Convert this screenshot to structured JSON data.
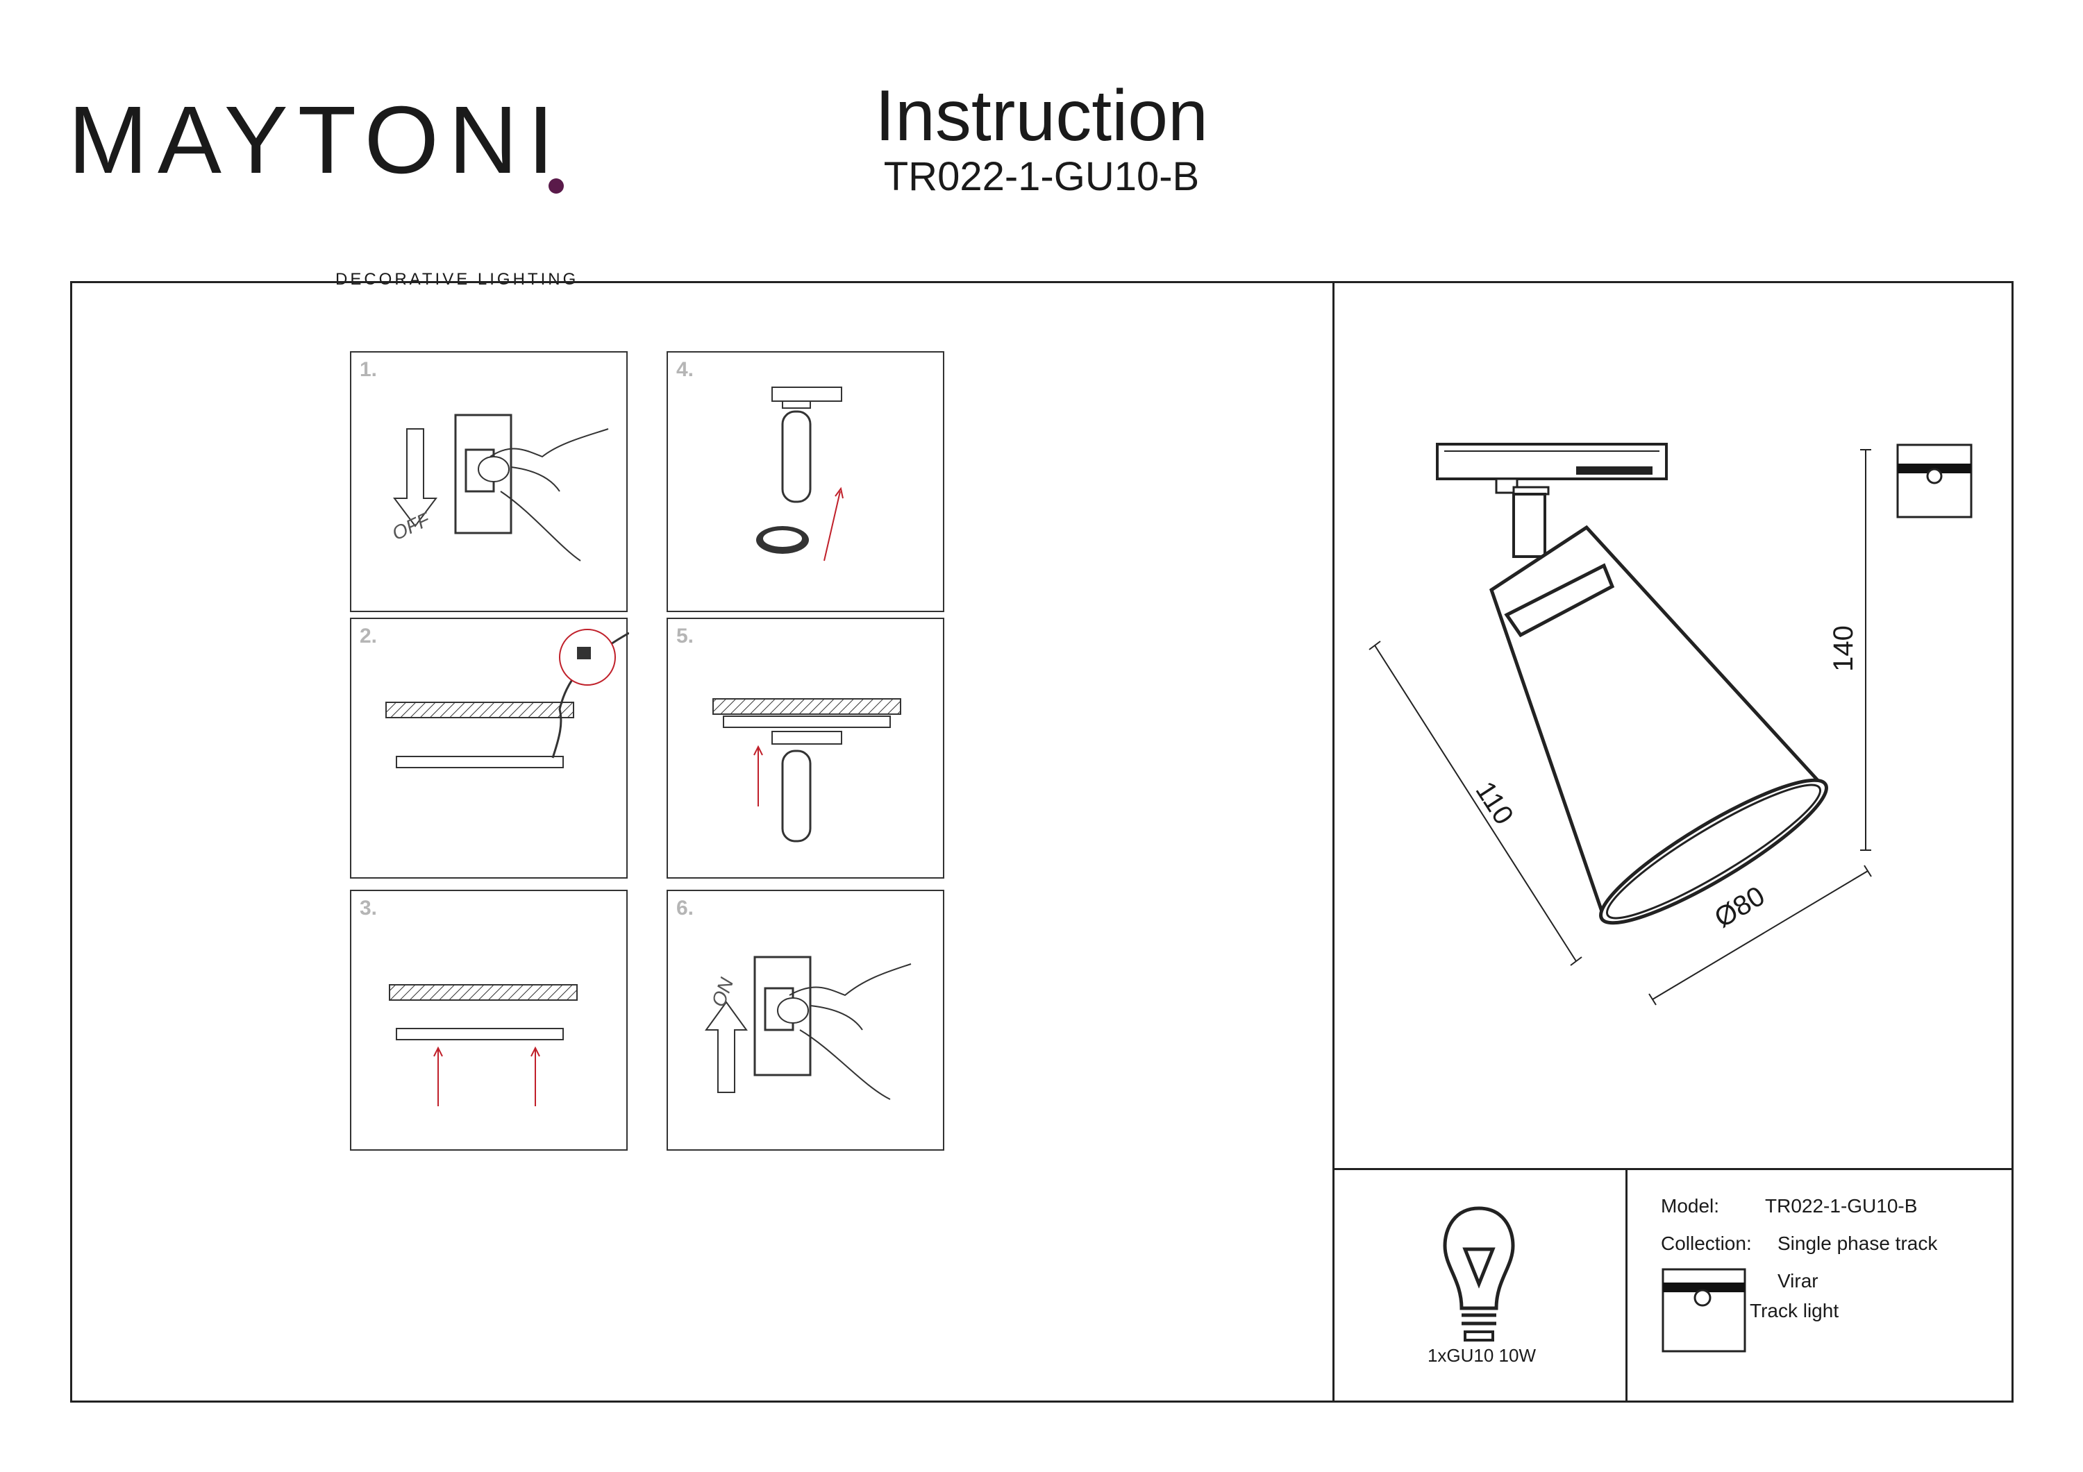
{
  "header": {
    "brand": "MAYTONI",
    "brand_tagline": "DECORATIVE LIGHTING",
    "title": "Instruction",
    "model_code": "TR022-1-GU10-B"
  },
  "steps": [
    {
      "number": "1.",
      "label": "OFF"
    },
    {
      "number": "2."
    },
    {
      "number": "3."
    },
    {
      "number": "4."
    },
    {
      "number": "5."
    },
    {
      "number": "6.",
      "label": "ON"
    }
  ],
  "dimensions": {
    "length": "110",
    "height": "140",
    "diameter": "Ø80"
  },
  "lamp": {
    "spec": "1xGU10 10W"
  },
  "specs": {
    "model_label": "Model:",
    "model_value": "TR022-1-GU10-B",
    "collection_label": "Collection:",
    "collection_value": "Single phase track",
    "line2": "Virar",
    "line3": "Track light"
  },
  "colors": {
    "accent": "#5a1a4a",
    "arrow_red": "#c0202a",
    "line": "#222222"
  }
}
